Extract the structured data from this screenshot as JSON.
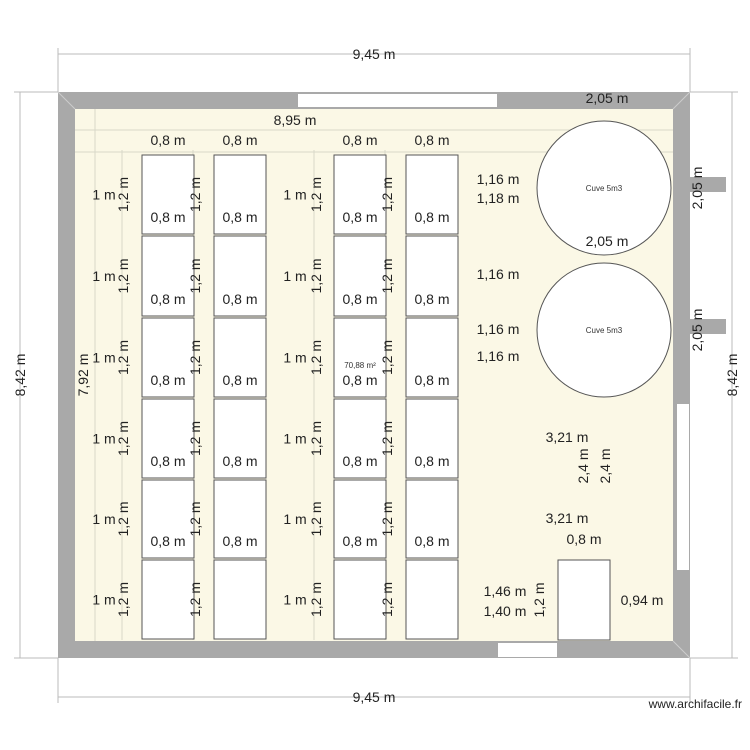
{
  "plan": {
    "overall_width": "9,45 m",
    "overall_height": "8,42 m",
    "interior_width": "8,95 m",
    "interior_height": "7,92 m",
    "area": "70,88 m²"
  },
  "racks": {
    "width": "0,8 m",
    "depth": "1,2 m",
    "aisle": "1 m",
    "count": 24
  },
  "tanks": [
    {
      "label": "Cuve 5m3",
      "diameter": "2,05 m"
    },
    {
      "label": "Cuve 5m3",
      "diameter": "2,05 m"
    }
  ],
  "dimensions": {
    "tank_wall_top": "2,05 m",
    "tank_offset": "1,16 m",
    "tank_offset_alt": "1,18 m",
    "distance_to_wall": "3,21 m",
    "clearance": "2,4 m",
    "small_unit_width": "0,8 m",
    "small_unit_depth": "1,2 m",
    "small_unit_offset_a": "1,46 m",
    "small_unit_offset_b": "1,40 m",
    "small_unit_to_wall": "0,94 m"
  },
  "colors": {
    "wall": "#a9a9a9",
    "floor": "#fbf8e6",
    "fixture": "#ffffff",
    "line": "#555555"
  },
  "watermark": "www.archifacile.fr"
}
